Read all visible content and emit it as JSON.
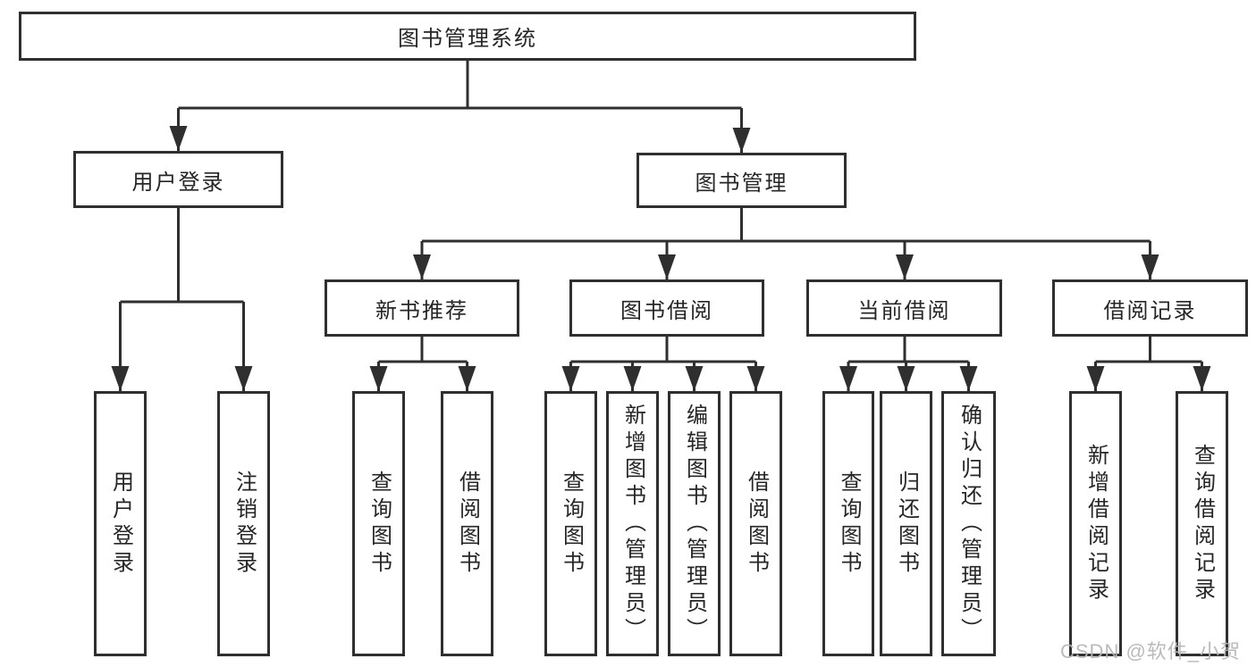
{
  "diagram_title": "图书管理系统",
  "tree": {
    "label": "图书管理系统",
    "children": [
      {
        "label": "用户登录",
        "children": [
          {
            "label": "用户登录"
          },
          {
            "label": "注销登录"
          }
        ]
      },
      {
        "label": "图书管理",
        "children": [
          {
            "label": "新书推荐",
            "children": [
              {
                "label": "查询图书"
              },
              {
                "label": "借阅图书"
              }
            ]
          },
          {
            "label": "图书借阅",
            "children": [
              {
                "label": "查询图书"
              },
              {
                "label": "新增图书（管理员）"
              },
              {
                "label": "编辑图书（管理员）"
              },
              {
                "label": "借阅图书"
              }
            ]
          },
          {
            "label": "当前借阅",
            "children": [
              {
                "label": "查询图书"
              },
              {
                "label": "归还图书"
              },
              {
                "label": "确认归还（管理员）"
              }
            ]
          },
          {
            "label": "借阅记录",
            "children": [
              {
                "label": "新增借阅记录"
              },
              {
                "label": "查询借阅记录"
              }
            ]
          }
        ]
      }
    ]
  },
  "watermark": {
    "text": "CSDN @软件_小贺同学"
  },
  "colors": {
    "line": "#2f2f2f",
    "box_border": "#2f2f2f",
    "text": "#262626",
    "background": "#ffffff",
    "watermark_gray": "#b5b5b5"
  }
}
